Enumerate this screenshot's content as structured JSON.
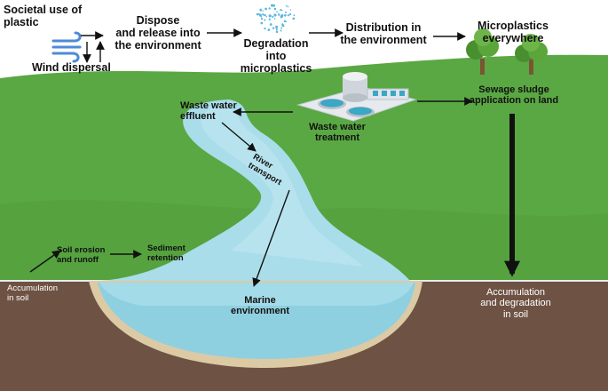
{
  "labels": {
    "societal_use": "Societal use of\nplastic",
    "wind_dispersal": "Wind dispersal",
    "dispose": "Dispose\nand release into\nthe environment",
    "degradation": "Degradation\ninto\nmicroplastics",
    "distribution": "Distribution in\nthe environment",
    "microplastics_everywhere": "Microplastics\neverywhere",
    "waste_water_effluent": "Waste water\neffluent",
    "waste_water_treatment": "Waste water\ntreatment",
    "sewage_sludge": "Sewage sludge\napplication on land",
    "river_transport": "River\ntransport",
    "soil_erosion": "Soil erosion\nand runoff",
    "sediment_retention": "Sediment\nretention",
    "accumulation_soil": "Accumulation\nin soil",
    "marine_environment": "Marine\nenvironment",
    "accumulation_degradation": "Accumulation\nand degradation\nin soil"
  },
  "colors": {
    "grass": "#5aa843",
    "soil": "#6e5243",
    "water": "#a9dde9",
    "sand": "#dccaa5",
    "arrow": "#111111",
    "particles": "#5ab6de"
  },
  "icons": [
    "wind-icon",
    "microplastic-particles-icon",
    "tree-icon",
    "treatment-plant-icon"
  ]
}
